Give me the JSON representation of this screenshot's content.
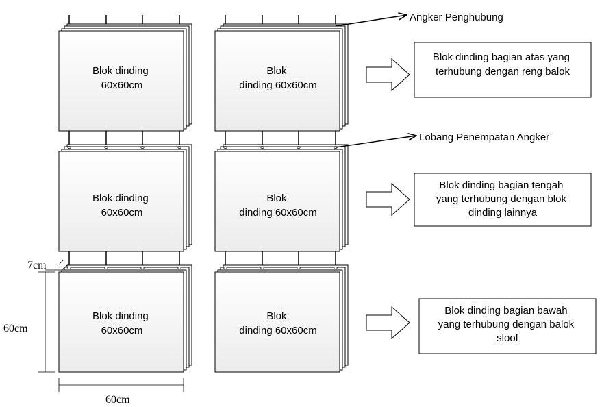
{
  "blocks": [
    {
      "lines": [
        "Blok dinding",
        "60x60cm"
      ]
    },
    {
      "lines": [
        "Blok",
        "dinding 60x60cm"
      ]
    },
    {
      "lines": [
        "Blok dinding",
        "60x60cm"
      ]
    },
    {
      "lines": [
        "Blok",
        "dinding 60x60cm"
      ]
    },
    {
      "lines": [
        "Blok dinding",
        "60x60cm"
      ]
    },
    {
      "lines": [
        "Blok",
        "dinding 60x60cm"
      ]
    }
  ],
  "callouts": {
    "anchor_label": "Angker Penghubung",
    "hole_label": "Lobang  Penempatan Angker"
  },
  "descriptions": [
    {
      "lines": [
        "Blok dinding bagian atas yang",
        "terhubung dengan reng balok"
      ]
    },
    {
      "lines": [
        "Blok dinding bagian tengah",
        "yang terhubung dengan blok",
        "dinding lainnya"
      ]
    },
    {
      "lines": [
        "Blok dinding bagian bawah",
        "yang terhubung dengan balok",
        "sloof"
      ]
    }
  ],
  "dimensions": {
    "thickness": "7cm",
    "height": "60cm",
    "width": "60cm"
  }
}
